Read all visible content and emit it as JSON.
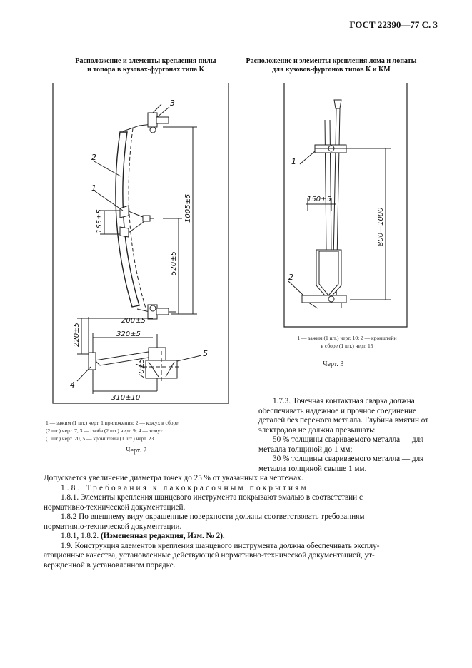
{
  "header": {
    "text": "ГОСТ 22390—77 С. 3"
  },
  "left_figure": {
    "title_line1": "Расположение и элементы крепления пилы",
    "title_line2": "и топора в кузовах-фургонах типа К",
    "labels": {
      "n1": "1",
      "n2": "2",
      "n3": "3",
      "n4": "4",
      "n5": "5"
    },
    "dims": {
      "d1005": "1005±5",
      "d165": "165±5",
      "d520": "520±5",
      "d200": "200±5",
      "d220": "220±5",
      "d320": "320±5",
      "d70": "70±5",
      "d310": "310±10"
    },
    "caption_line1": "1 — зажим (1 шт.) черт. 1 приложения; 2 — кожух в сборе",
    "caption_line2": "(2 шт.) черт. 7, 3 — скоба (2 шт.) черт. 9; 4 — хомут",
    "caption_line3": "(1 шт.) черт. 20, 5 — кронштейн (1 шт.) черт. 23",
    "figure_label": "Черт. 2"
  },
  "right_figure": {
    "title_line1": "Расположение и элементы крепления лома и лопаты",
    "title_line2": "для кузовов-фургонов типов К и КМ",
    "labels": {
      "n1": "1",
      "n2": "2"
    },
    "dims": {
      "d150": "150±5",
      "d800": "800—1000"
    },
    "caption_line1": "1 — зажим (1 шт.) черт. 10; 2 — кронштейн",
    "caption_line2": "в сборе (1 шт.) черт. 15",
    "figure_label": "Черт. 3"
  },
  "right_text": {
    "l1": "1.7.3. Точечная контактная сварка должна",
    "l2": "обеспечивать надежное и прочное соединение",
    "l3": "деталей без пережога металла. Глубина вмятин от",
    "l4": "электродов не должна превышать:",
    "l5": "50 % толщины свариваемого металла — для",
    "l6": "металла толщиной до 1 мм;",
    "l7": "30 % толщины свариваемого металла — для",
    "l8": "металла толщиной свыше 1 мм."
  },
  "body": {
    "p1": "Допускается увеличение диаметра точек до 25 % от указанных на чертежах.",
    "p2": "1.8. Требования к лакокрасочным покрытиям",
    "p3a": "1.8.1. Элементы крепления шанцевого инструмента покрывают эмалью в соответствии с",
    "p3b": "нормативно-технической документацией.",
    "p4a": "1.8.2 По внешнему виду окрашенные поверхности должны соответствовать требованиям",
    "p4b": "нормативно-технической документации.",
    "p5_plain": "1.8.1, 1.8.2.",
    "p5_bold": " (Измененная редакция, Изм. № 2).",
    "p6a": "1.9. Конструкция элементов крепления шанцевого инструмента должна обеспечивать эксплу-",
    "p6b": "атационные качества, установленные действующей нормативно-технической документацией, ут-",
    "p6c": "вержденной в установленном порядке."
  }
}
